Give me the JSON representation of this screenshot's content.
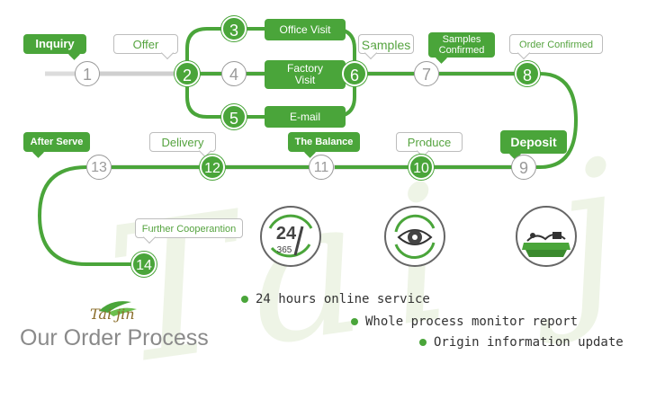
{
  "title": "Our Order Process",
  "logo_text": "Tai jin",
  "nodes": [
    {
      "num": "1",
      "label": "Inquiry",
      "color": "#4aa53a"
    },
    {
      "num": "2",
      "label": "Offer"
    },
    {
      "num": "3",
      "label": "Office Visit"
    },
    {
      "num": "4",
      "label": "Factory Visit"
    },
    {
      "num": "5",
      "label": "E-mail"
    },
    {
      "num": "6",
      "label": "Samples"
    },
    {
      "num": "7",
      "label": "Samples Confirmed"
    },
    {
      "num": "8",
      "label": "Order Confirmed"
    },
    {
      "num": "9",
      "label": "Deposit"
    },
    {
      "num": "10",
      "label": "Produce"
    },
    {
      "num": "11",
      "label": "The Balance"
    },
    {
      "num": "12",
      "label": "Delivery"
    },
    {
      "num": "13",
      "label": "After Serve"
    },
    {
      "num": "14",
      "label": "Further Cooperantion"
    }
  ],
  "labels": {
    "inquiry": "Inquiry",
    "offer": "Offer",
    "office_visit": "Office Visit",
    "factory_visit_1": "Factory",
    "factory_visit_2": "Visit",
    "email": "E-mail",
    "samples": "Samples",
    "samples_confirmed_1": "Samples",
    "samples_confirmed_2": "Confirmed",
    "order_confirmed": "Order Confirmed",
    "deposit": "Deposit",
    "produce": "Produce",
    "the_balance": "The Balance",
    "delivery": "Delivery",
    "after_serve": "After Serve",
    "further_cooperation": "Further Cooperantion"
  },
  "numbers": {
    "n1": "1",
    "n2": "2",
    "n3": "3",
    "n4": "4",
    "n5": "5",
    "n6": "6",
    "n7": "7",
    "n8": "8",
    "n9": "9",
    "n10": "10",
    "n11": "11",
    "n12": "12",
    "n13": "13",
    "n14": "14"
  },
  "icons": {
    "clock_big": "24",
    "clock_small": "365",
    "clock": "24-365-clock-icon",
    "eye": "eye-monitor-icon",
    "farm": "farm-landscape-icon"
  },
  "features": [
    "24 hours online service",
    "Whole process monitor report",
    "Origin information update"
  ],
  "colors": {
    "green": "#4aa53a",
    "grey": "#9a9a9a",
    "title_grey": "#8a8a8a"
  }
}
